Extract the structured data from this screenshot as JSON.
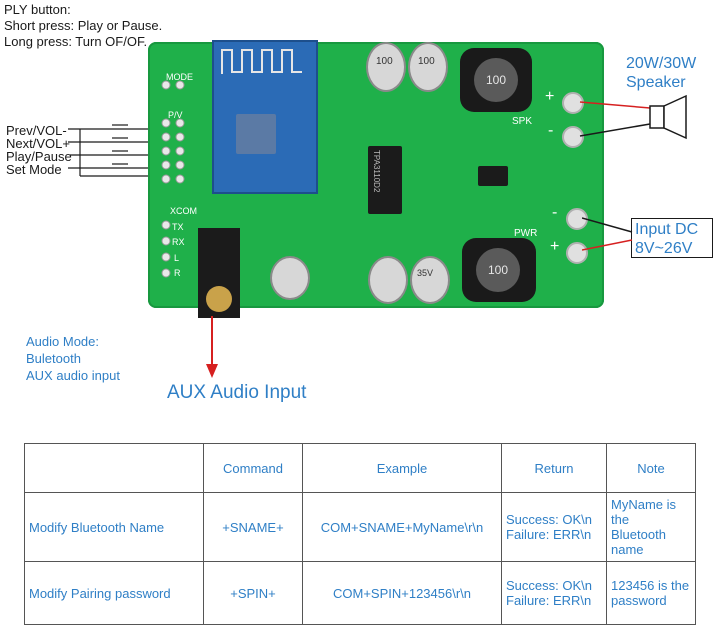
{
  "ply_note": {
    "title": "PLY button:",
    "short_press": "Short press: Play or Pause.",
    "long_press": "Long press: Turn OF/OF."
  },
  "buttons_labels": [
    "Prev/VOL-",
    "Next/VOL+",
    "Play/Pause",
    "Set Mode"
  ],
  "speaker_label": {
    "line1": "20W/30W",
    "line2": "Speaker"
  },
  "input_dc": {
    "line1": "Input DC",
    "line2": "8V~26V"
  },
  "audio_mode": {
    "title": "Audio Mode:",
    "opt1": "Buletooth",
    "opt2": "AUX audio input"
  },
  "aux_label": "AUX Audio Input",
  "board": {
    "mode_silk": "MODE",
    "pv_silk": "P/V",
    "xcom_silk": "XCOM",
    "tx_silk": "TX",
    "rx_silk": "RX",
    "l_silk": "L",
    "r_silk": "R",
    "spk_silk": "SPK",
    "pwr_silk": "PWR",
    "plus": "+",
    "minus": "-",
    "inductor_value": "100",
    "cap_value_a": "100",
    "cap_value_b": "35V",
    "chip_text": "TPA3110D2"
  },
  "table": {
    "headers": [
      "",
      "Command",
      "Example",
      "Return",
      "Note"
    ],
    "rows": [
      {
        "name": "Modify Bluetooth Name",
        "command": "+SNAME+",
        "example": "COM+SNAME+MyName\\r\\n",
        "ret1": "Success: OK\\n",
        "ret2": "Failure: ERR\\n",
        "note1": "MyName is the",
        "note2": "Bluetooth name"
      },
      {
        "name": "Modify Pairing password",
        "command": "+SPIN+",
        "example": "COM+SPIN+123456\\r\\n",
        "ret1": "Success: OK\\n",
        "ret2": "Failure: ERR\\n",
        "note1": "123456 is the",
        "note2": "password"
      }
    ]
  },
  "colors": {
    "board": "#1fb04a",
    "accent_blue": "#2f7fc6",
    "wire_red": "#d62020"
  }
}
